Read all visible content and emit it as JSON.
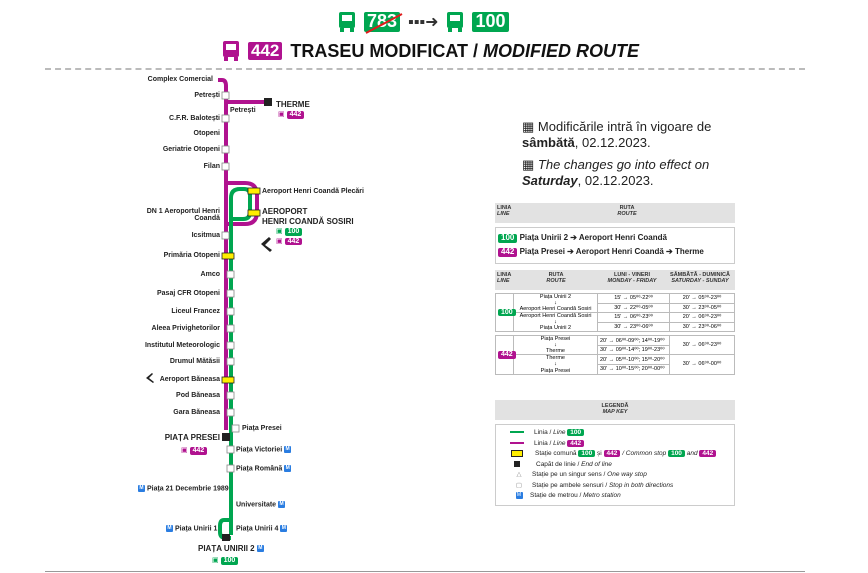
{
  "header": {
    "old_line": "783",
    "new_line": "100",
    "line": "442",
    "title": "TRASEU MODIFICAT",
    "title_en": "MODIFIED ROUTE"
  },
  "colors": {
    "green": "#00a650",
    "magenta": "#b0128f",
    "yellow": "#ffee00"
  },
  "stops": {
    "complex": "Complex Comercial",
    "petresti1": "Petrești",
    "petresti2": "Petrești",
    "therme": "THERME",
    "cfr": "C.F.R. Balotești",
    "otopeni": "Otopeni",
    "geriatrie": "Geriatrie Otopeni",
    "filan": "Filan",
    "plecari": "Aeroport Henri Coandă Plecări",
    "dn1": "DN 1 Aeroportul Henri Coandă",
    "sosiri1": "AEROPORT",
    "sosiri2": "HENRI COANDĂ SOSIRI",
    "icsitmua": "Icsitmua",
    "primaria": "Primăria Otopeni",
    "amco": "Amco",
    "pasaj": "Pasaj CFR Otopeni",
    "liceul": "Liceul Francez",
    "aleea": "Aleea Privighetorilor",
    "institutul": "Institutul Meteorologic",
    "drumul": "Drumul Mătăsii",
    "baneasa_airport": "Aeroport Băneasa",
    "pod": "Pod Băneasa",
    "gara": "Gara Băneasa",
    "presei_small": "Piața Presei",
    "presei": "PIAȚA PRESEI",
    "victoriei": "Piața Victoriei",
    "romana": "Piața Română",
    "dec": "Piața 21 Decembrie 1989",
    "universitate": "Universitate",
    "unirii1": "Piața Unirii 1",
    "unirii4": "Piața Unirii 4",
    "unirii2": "PIAȚA UNIRII 2",
    "metro": "M"
  },
  "notice": {
    "ro_1": "Modificările intră în vigoare de",
    "ro_day": "sâmbătă",
    "ro_date": ", 02.12.2023.",
    "en_1": "The changes go into effect on",
    "en_day": "Saturday",
    "en_date": ", 02.12.2023."
  },
  "routes": {
    "h_line": "LINIA",
    "h_line_en": "LINE",
    "h_route": "RUTA",
    "h_route_en": "ROUTE",
    "r100": "Piața Unirii 2 ➔ Aeroport Henri Coandă",
    "r442": "Piața Presei  ➔ Aeroport Henri Coandă ➔ Therme"
  },
  "schedule": {
    "h_wd": "LUNI - VINERI",
    "h_wd_en": "MONDAY - FRIDAY",
    "h_we": "SÂMBĂTĂ - DUMINICĂ",
    "h_we_en": "SATURDAY - SUNDAY",
    "arrow": "↓",
    "l100": [
      {
        "from": "Piața Unirii 2",
        "to": "Aeroport Henri Coandă Sosiri",
        "wd": [
          "15' → 05⁰⁰-22⁰⁰",
          "30' → 22⁰⁰-05⁰⁰"
        ],
        "we": [
          "20' → 05⁰⁰-23⁰⁰",
          "30' → 23⁰⁰-05⁰⁰"
        ]
      },
      {
        "from": "Aeroport Henri Coandă Sosiri",
        "to": "Piața Unirii 2",
        "wd": [
          "15' → 06⁰⁰-23⁰⁰",
          "30' → 23⁰⁰-06⁰⁰"
        ],
        "we": [
          "20' → 06⁰⁰-23⁰⁰",
          "30' → 23⁰⁰-06⁰⁰"
        ]
      }
    ],
    "l442": [
      {
        "from": "Piața Presei",
        "to": "Therme",
        "wd": [
          "20' → 06⁰⁰-09⁰⁰; 14⁰⁰-19⁰⁰",
          "30' → 09⁰⁰-14⁰⁰; 19⁰⁰-23⁰⁰"
        ],
        "we": "30' → 06⁰⁰-23⁰⁰"
      },
      {
        "from": "Therme",
        "to": "Piața Presei",
        "wd": [
          "20' → 05⁰⁰-10⁰⁰; 15⁰⁰-20⁰⁰",
          "30' → 10⁰⁰-15⁰⁰; 20⁰⁰-00⁰⁰"
        ],
        "we": "30' → 06⁰⁰-00⁰⁰"
      }
    ]
  },
  "legend": {
    "title": "LEGENDĂ",
    "title_en": "MAP KEY",
    "line": "Linia / ",
    "line_en": "Line",
    "common": "Stație comună ",
    "si": " și ",
    "common_en": " / Common stop ",
    "and": " and ",
    "end": "Capăt de linie / ",
    "end_en": "End of line",
    "oneway": "Stație pe un singur sens / ",
    "oneway_en": "One way stop",
    "both": "Stație pe ambele sensuri / ",
    "both_en": "Stop in both directions",
    "metro": "Stație de metrou / ",
    "metro_en": "Metro station"
  }
}
